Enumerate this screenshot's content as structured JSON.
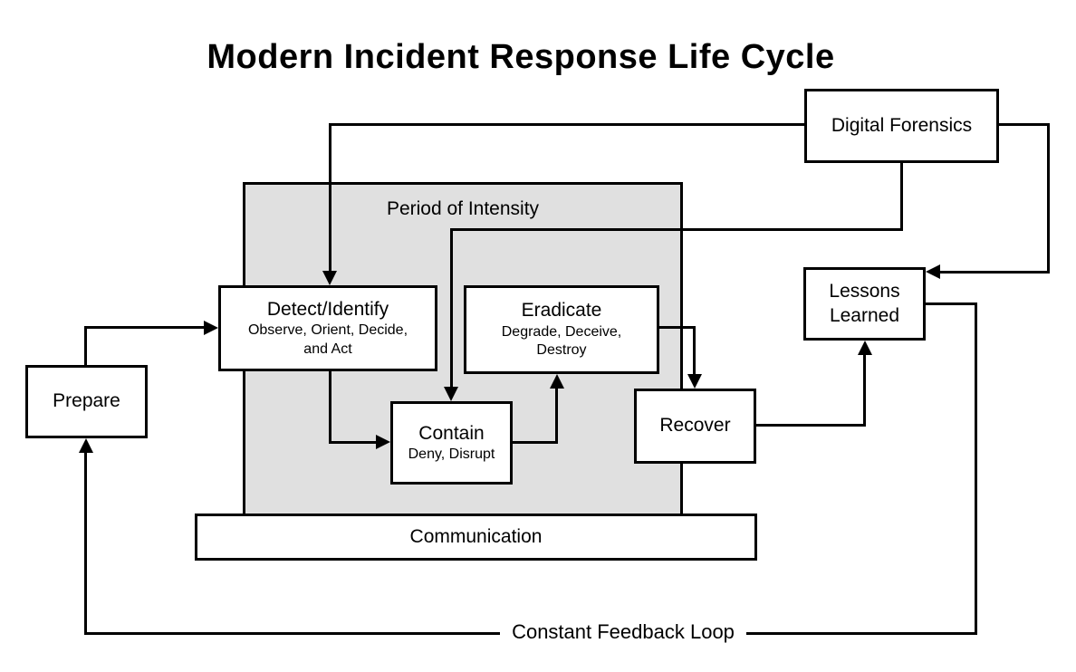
{
  "title": "Modern Incident Response Life Cycle",
  "diagram": {
    "period_of_intensity": {
      "label": "Period of Intensity"
    },
    "communication": {
      "label": "Communication"
    },
    "feedback_loop": {
      "label": "Constant Feedback Loop"
    },
    "nodes": {
      "prepare": {
        "label": "Prepare"
      },
      "detect_identify": {
        "label": "Detect/Identify",
        "sublabel": "Observe, Orient, Decide,\nand Act"
      },
      "eradicate": {
        "label": "Eradicate",
        "sublabel": "Degrade, Deceive,\nDestroy"
      },
      "contain": {
        "label": "Contain",
        "sublabel": "Deny, Disrupt"
      },
      "recover": {
        "label": "Recover"
      },
      "lessons_learned": {
        "label": "Lessons\nLearned"
      },
      "digital_forensics": {
        "label": "Digital Forensics"
      }
    },
    "edges": [
      {
        "from": "prepare",
        "to": "detect_identify"
      },
      {
        "from": "digital_forensics",
        "to": "detect_identify"
      },
      {
        "from": "digital_forensics",
        "to": "contain"
      },
      {
        "from": "digital_forensics",
        "to": "lessons_learned"
      },
      {
        "from": "detect_identify",
        "to": "contain"
      },
      {
        "from": "contain",
        "to": "eradicate"
      },
      {
        "from": "eradicate",
        "to": "recover"
      },
      {
        "from": "recover",
        "to": "lessons_learned"
      },
      {
        "from": "lessons_learned",
        "to": "prepare",
        "via": "constant_feedback_loop"
      }
    ],
    "colors": {
      "line": "#000000",
      "node_fill": "#ffffff",
      "node_border": "#000000",
      "intensity_fill": "#e0e0e0",
      "text": "#000000",
      "background": "#ffffff"
    }
  }
}
